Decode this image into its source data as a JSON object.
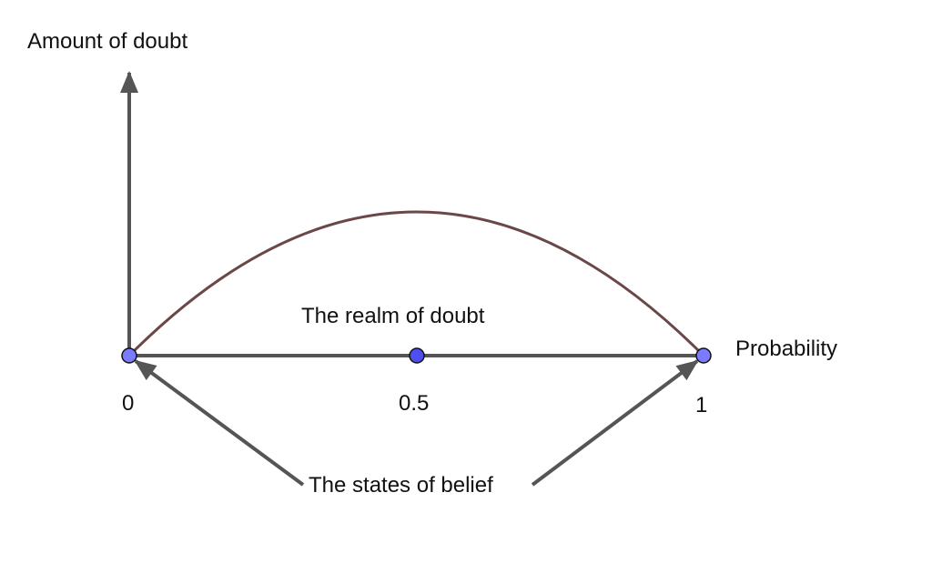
{
  "labels": {
    "y_axis": "Amount of doubt",
    "x_axis": "Probability",
    "realm": "The realm of doubt",
    "states": "The states of belief",
    "tick_0": "0",
    "tick_half": "0.5",
    "tick_1": "1"
  },
  "colors": {
    "axis": "#555555",
    "curve": "#6b4747",
    "point_fill": "#7b7bff",
    "point_mid_fill": "#4f4fef"
  }
}
